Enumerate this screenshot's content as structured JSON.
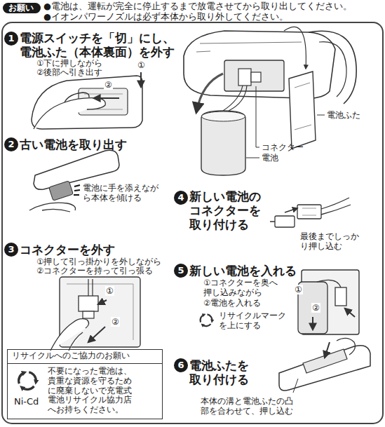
{
  "diagram": {
    "nodes": [
      {
        "text": [
          "お願い"
        ]
      },
      {
        "text": [
          "1"
        ]
      },
      {
        "text": [
          "2"
        ]
      },
      {
        "text": [
          "3"
        ]
      },
      {
        "text": [
          "4"
        ]
      },
      {
        "text": [
          "5"
        ]
      },
      {
        "text": [
          "6"
        ]
      },
      {
        "text": [
          "リサイクルへのご協力のお願い",
          "不要になった電池は、貴重な資源を守るために廃棄しないで充電式電池リサイクル協力店へお持ちください。",
          "Ni-Cd"
        ]
      }
    ],
    "labels": [
      "●電池は、運転が完全に停止するまで放電させてから取り出してください。",
      "●イオンパワーノズルは必ず本体から取り外してください。",
      "電源スイッチを「切」にし、電池ふた（本体裏面）を外す",
      "①下に押しながら",
      "②後部へ引き出す",
      "①",
      "②",
      "電池ふた",
      "コネクター",
      "電池",
      "古い電池を取り出す",
      "電池に手を添えながら本体を傾ける",
      "新しい電池のコネクターを取り付ける",
      "最後までしっかり押し込む",
      "コネクターを外す",
      "①押して引っ掛かりを外しながら",
      "②コネクターを持って引っ張る",
      "①",
      "②",
      "新しい電池を入れる",
      "①コネクターを奥へ押し込みながら",
      "②電池を入れる",
      "リサイクルマークを上にする",
      "①",
      "②",
      "電池ふたを取り付ける",
      "本体の溝と電池ふたの凸部を合わせて、押し込む"
    ]
  }
}
